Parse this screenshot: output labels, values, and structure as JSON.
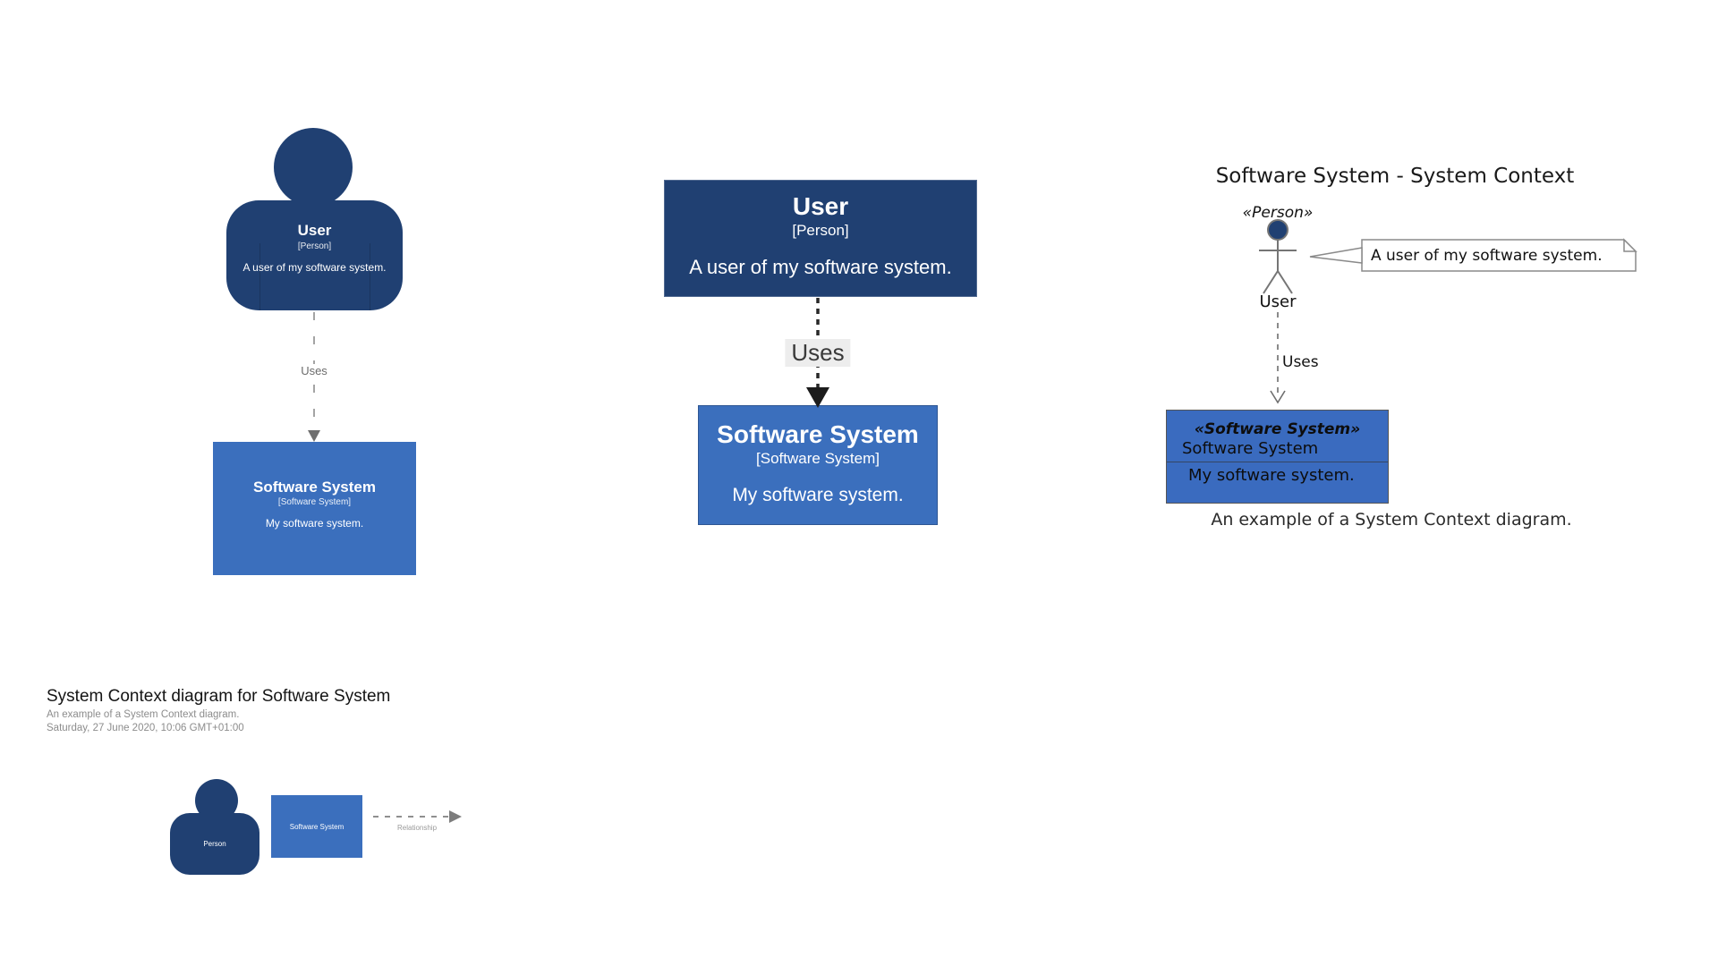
{
  "left": {
    "person": {
      "name": "User",
      "meta": "[Person]",
      "desc": "A user of my software system."
    },
    "uses": "Uses",
    "system": {
      "name": "Software System",
      "meta": "[Software System]",
      "desc": "My software system."
    }
  },
  "middle": {
    "person": {
      "name": "User",
      "meta": "[Person]",
      "desc": "A user of my software system."
    },
    "uses": "Uses",
    "system": {
      "name": "Software System",
      "meta": "[Software System]",
      "desc": "My software system."
    }
  },
  "right": {
    "title": "Software System - System Context",
    "person_stereotype": "«Person»",
    "person_name": "User",
    "note": "A user of my software system.",
    "uses": "Uses",
    "system_stereotype": "«Software System»",
    "system_name": "Software System",
    "system_desc": "My software system.",
    "caption": "An example of a System Context diagram."
  },
  "footer": {
    "title": "System Context diagram for Software System",
    "subtitle": "An example of a System Context diagram.",
    "date": "Saturday, 27 June 2020, 10:06 GMT+01:00"
  },
  "legend": {
    "person": "Person",
    "system": "Software System",
    "relationship": "Relationship"
  },
  "colors": {
    "person_fill": "#204072",
    "system_fill": "#3b6fbd",
    "uml_system_fill": "#3a6bbf"
  }
}
